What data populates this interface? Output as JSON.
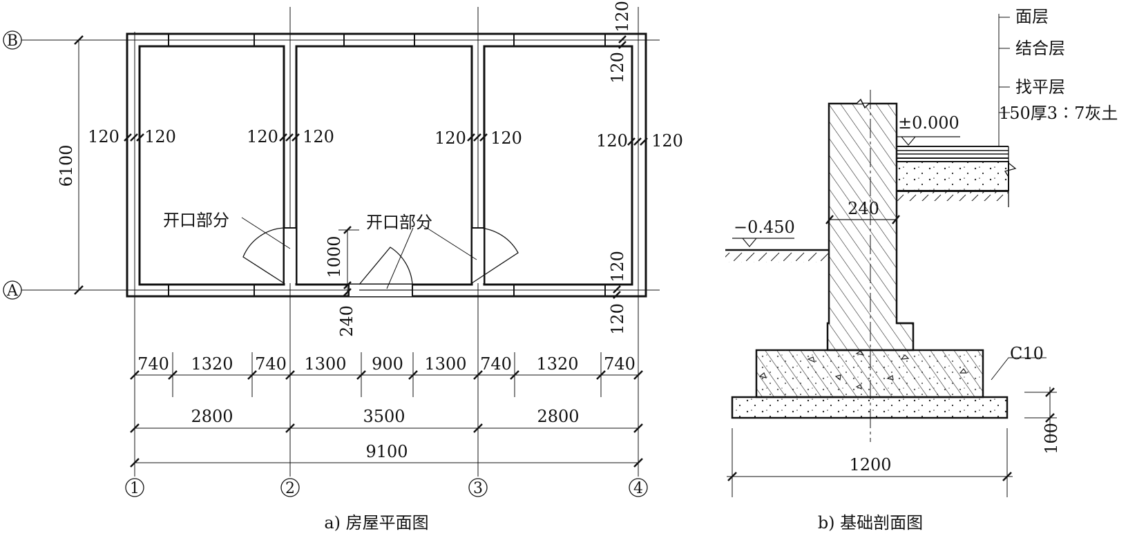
{
  "plan": {
    "caption": "a) 房屋平面图",
    "axis_rows": [
      "B",
      "A"
    ],
    "axis_cols": [
      "1",
      "2",
      "3",
      "4"
    ],
    "overall_depth": "6100",
    "wall_thickness": "120",
    "opening_label": "开口部分",
    "door_width": "1000",
    "wall_240": "240",
    "dim_row1": [
      "740",
      "1320",
      "740",
      "1300",
      "900",
      "1300",
      "740",
      "1320",
      "740"
    ],
    "dim_row2": [
      "2800",
      "3500",
      "2800"
    ],
    "dim_total": "9100"
  },
  "section": {
    "caption": "b) 基础剖面图",
    "layers": [
      "面层",
      "结合层",
      "找平层",
      "150厚3∶7灰土"
    ],
    "level_top": "±0.000",
    "level_ground": "−0.450",
    "wall_width": "240",
    "concrete_grade": "C10",
    "pad_thickness": "100",
    "base_width": "1200"
  }
}
